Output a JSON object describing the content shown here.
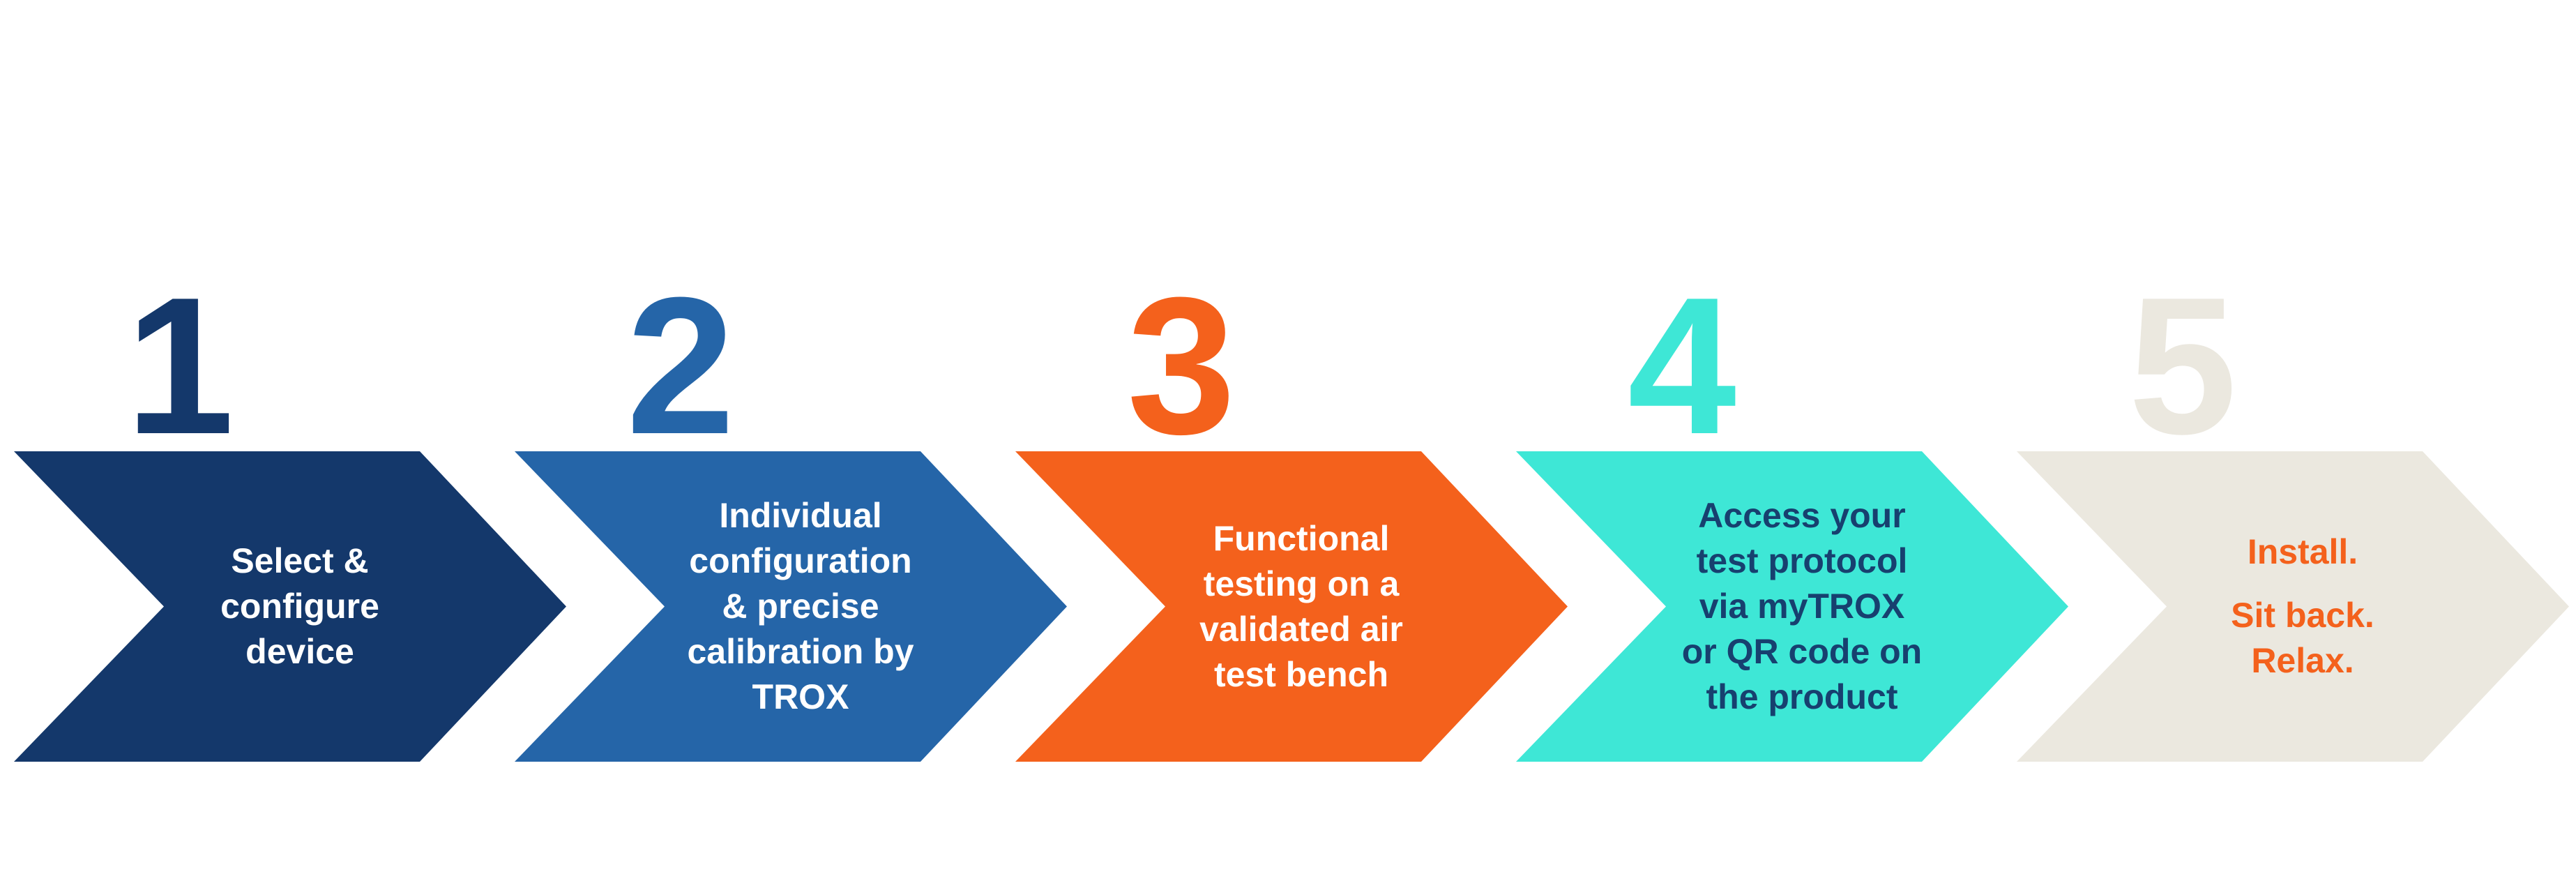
{
  "diagram": {
    "background": "#FFFFFF",
    "steps": [
      {
        "number": "1",
        "arrow_color": "#14386B",
        "number_color": "#14386B",
        "text_color": "#FFFFFF",
        "paragraphs": [
          [
            "Select &",
            "configure",
            "device"
          ]
        ]
      },
      {
        "number": "2",
        "arrow_color": "#2565A8",
        "number_color": "#2565A8",
        "text_color": "#FFFFFF",
        "paragraphs": [
          [
            "Individual",
            "configuration",
            "& precise",
            "calibration by",
            "TROX"
          ]
        ]
      },
      {
        "number": "3",
        "arrow_color": "#F4611C",
        "number_color": "#F4611C",
        "text_color": "#FFFFFF",
        "paragraphs": [
          [
            "Functional",
            "testing on a",
            "validated air",
            "test bench"
          ]
        ]
      },
      {
        "number": "4",
        "arrow_color": "#3EE7D6",
        "number_color": "#3EE7D6",
        "text_color": "#17406F",
        "paragraphs": [
          [
            "Access your",
            "test protocol",
            "via myTROX",
            "or QR code on",
            "the product"
          ]
        ]
      },
      {
        "number": "5",
        "arrow_color": "#EBE8DF",
        "number_color": "#EBE8DF",
        "text_color": "#F4611C",
        "paragraphs": [
          [
            "Install."
          ],
          [
            "Sit back.",
            "Relax."
          ]
        ]
      }
    ]
  }
}
